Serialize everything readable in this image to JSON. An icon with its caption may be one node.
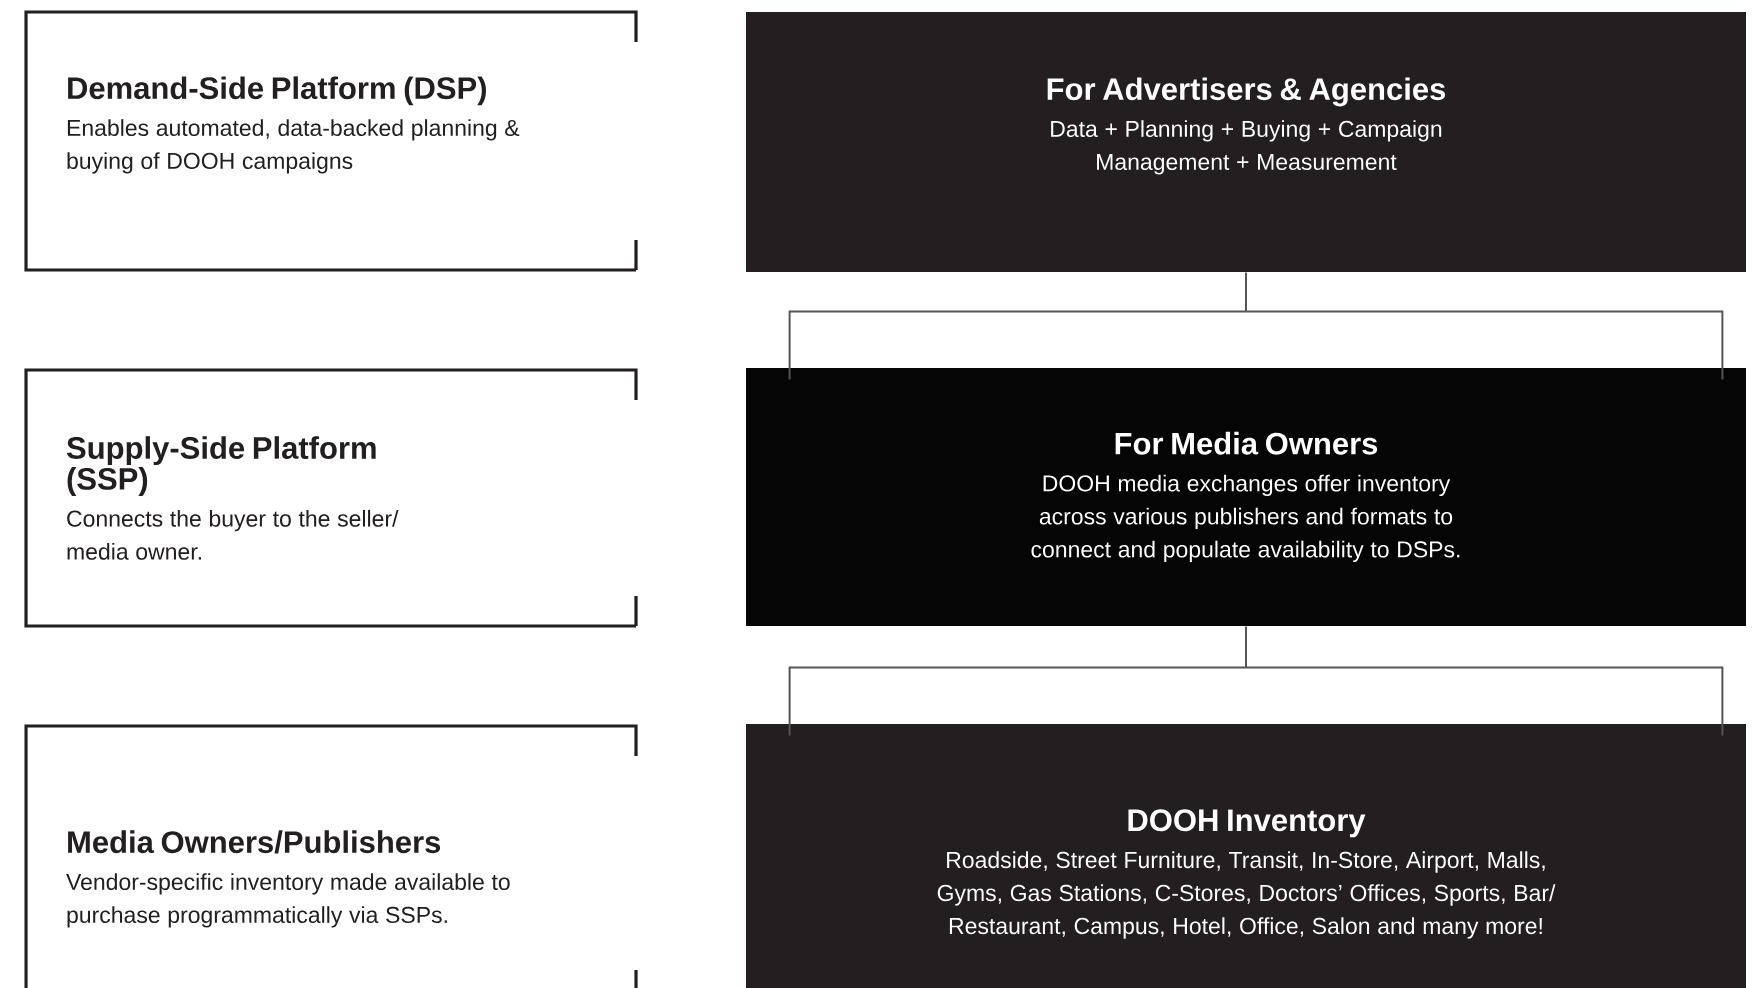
{
  "diagram": {
    "nodes": [
      {
        "text": [
          "Demand-Side Platform (DSP)",
          "Enables automated, data-backed planning & buying of DOOH campaigns"
        ]
      },
      {
        "text": [
          "For Advertisers & Agencies",
          "Data + Planning + Buying + Campaign Management + Measurement"
        ]
      },
      {
        "text": [
          "Supply-Side Platform (SSP)",
          "Connects the buyer to the seller/ media owner."
        ]
      },
      {
        "text": [
          "For Media Owners",
          "DOOH media exchanges offer inventory across various publishers and formats to connect and populate availability to DSPs."
        ]
      },
      {
        "text": [
          "Media Owners/Publishers",
          "Vendor-specific inventory made available to purchase programmatically via SSPs."
        ]
      },
      {
        "text": [
          "DOOH Inventory",
          "Roadside, Street Furniture, Transit, In-Store, Airport, Malls, Gyms, Gas Stations, C-Stores, Doctors’ Offices, Sports, Bar/ Restaurant, Campus, Hotel, Office, Salon and many more!"
        ]
      }
    ],
    "edges": [
      {
        "from": 1,
        "to": 3,
        "arrow": "none"
      },
      {
        "from": 3,
        "to": 5,
        "arrow": "none"
      }
    ]
  }
}
